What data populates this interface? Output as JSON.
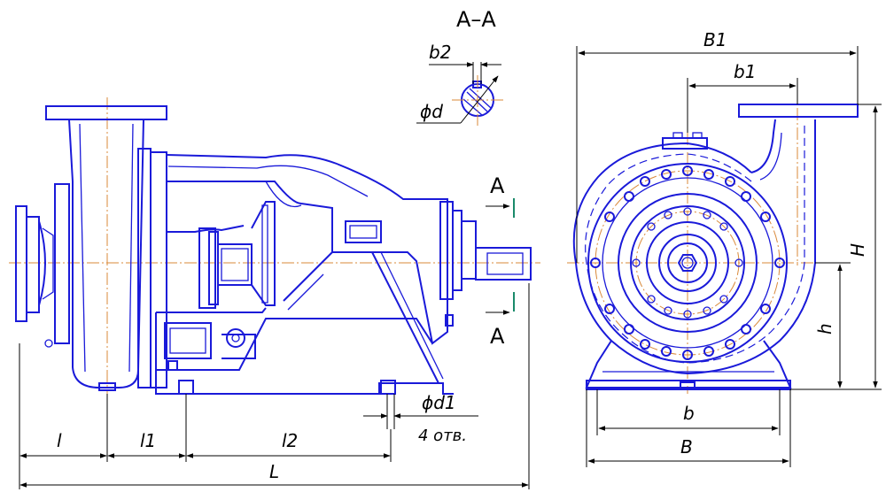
{
  "section_title": "A–A",
  "section_arrow_label": "A",
  "labels": {
    "b2": "b2",
    "d": "ϕd",
    "d1": "ϕd1",
    "holes": "4 отв.",
    "l": "l",
    "l1": "l1",
    "l2": "l2",
    "L": "L",
    "B1": "B1",
    "b1": "b1",
    "H": "H",
    "h": "h",
    "b": "b",
    "B": "B"
  },
  "colors": {
    "outline": "#1a1ad9",
    "centerline": "#d9893a",
    "dimension": "#000000",
    "section_mark": "#1a8a6a"
  }
}
